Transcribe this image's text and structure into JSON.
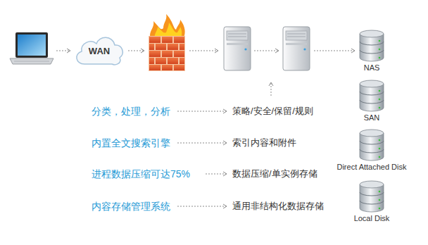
{
  "diagram": {
    "nodes": [
      {
        "text": [
          "WAN"
        ]
      },
      {
        "text": [
          "NAS"
        ]
      },
      {
        "text": [
          "SAN"
        ]
      },
      {
        "text": [
          "Direct Attached Disk"
        ]
      },
      {
        "text": [
          "Local Disk"
        ]
      }
    ],
    "labels": [
      "分类，处理，分析",
      "策略/安全/保留/规则",
      "内置全文搜索引擎",
      "索引内容和附件",
      "进程数据压缩可达75%",
      "数据压缩/单实例存储",
      "内容存储管理系统",
      "通用非结构化数据存储"
    ]
  }
}
